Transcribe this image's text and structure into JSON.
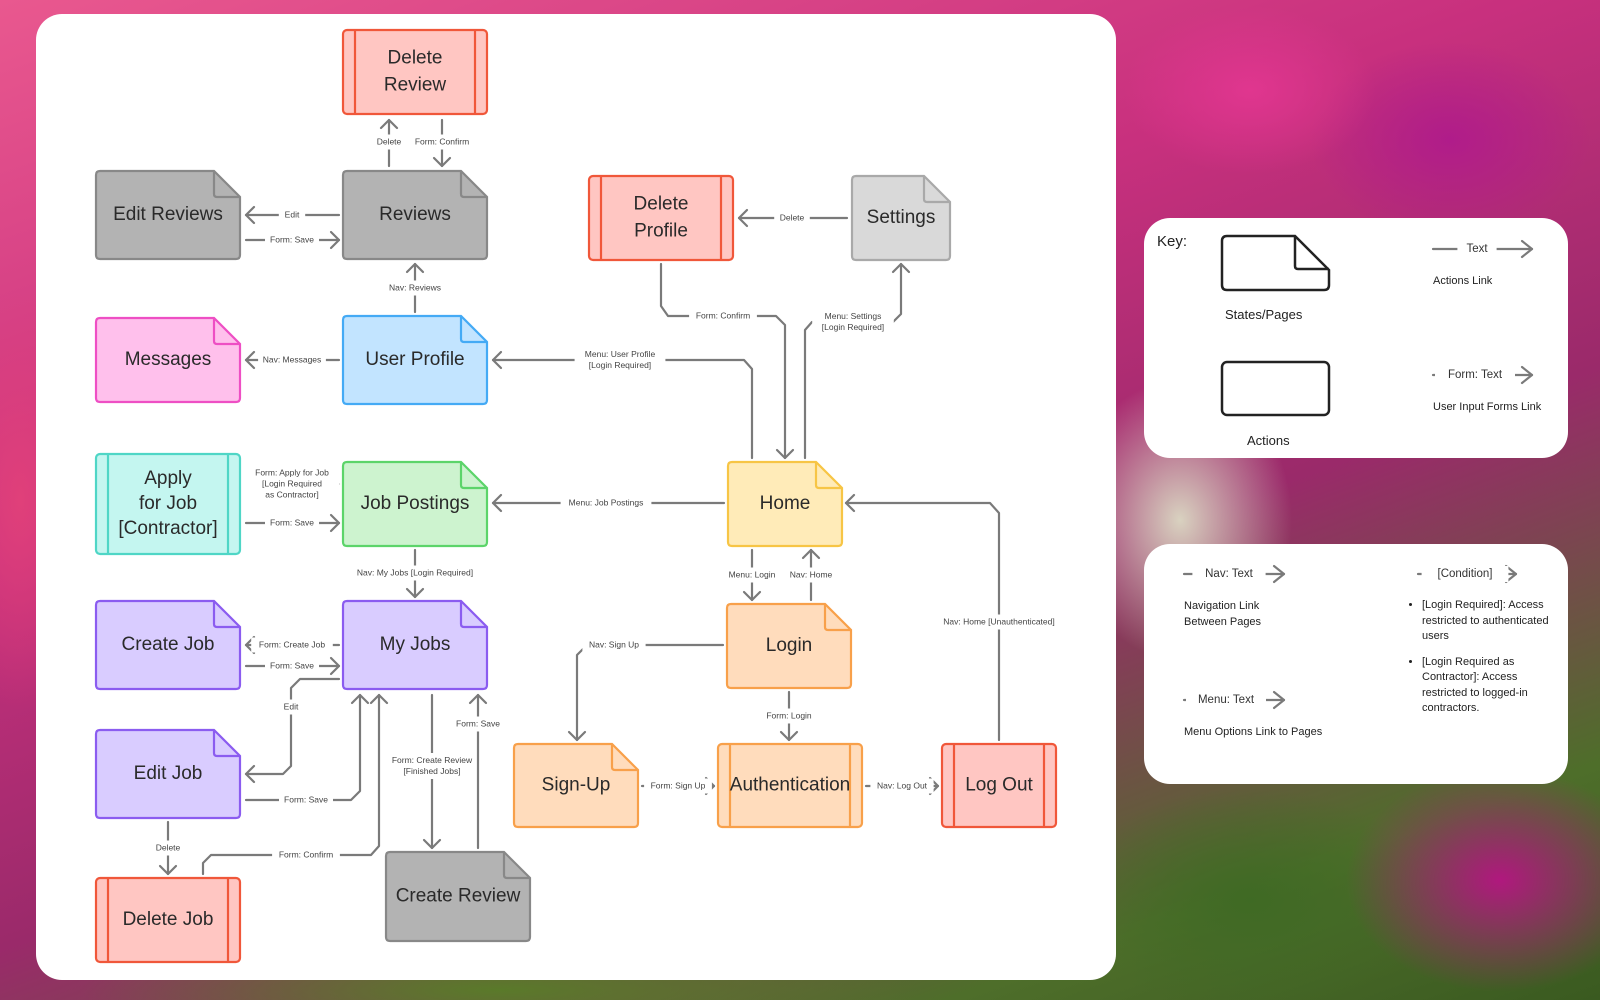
{
  "colors": {
    "edge": "#7a7a7a",
    "red_fill": "#ffc6c2",
    "red_stroke": "#f0573a",
    "gray_fill": "#b3b3b3",
    "gray_stroke": "#888888",
    "lightgray_fill": "#d9d9d9",
    "lightgray_stroke": "#a9a9a9",
    "pink_fill": "#ffc0ec",
    "pink_stroke": "#ee4fc4",
    "blue_fill": "#c2e4ff",
    "blue_stroke": "#44aaf5",
    "teal_fill": "#c4f6f0",
    "teal_stroke": "#4fd6c6",
    "green_fill": "#cdf3cf",
    "green_stroke": "#5cd46a",
    "purple_fill": "#d9ccff",
    "purple_stroke": "#8b5cf0",
    "yellow_fill": "#ffebb8",
    "yellow_stroke": "#f7c545",
    "orange_fill": "#ffdcbc",
    "orange_stroke": "#f8a04a"
  },
  "nodes": {
    "delete_review": {
      "label": [
        "Delete",
        "Review"
      ],
      "type": "action",
      "color": "red"
    },
    "edit_reviews": {
      "label": [
        "Edit Reviews"
      ],
      "type": "page",
      "color": "gray"
    },
    "reviews": {
      "label": [
        "Reviews"
      ],
      "type": "page",
      "color": "gray"
    },
    "delete_profile": {
      "label": [
        "Delete",
        "Profile"
      ],
      "type": "action",
      "color": "red"
    },
    "settings": {
      "label": [
        "Settings"
      ],
      "type": "page",
      "color": "lightgray"
    },
    "messages": {
      "label": [
        "Messages"
      ],
      "type": "page",
      "color": "pink"
    },
    "user_profile": {
      "label": [
        "User Profile"
      ],
      "type": "page",
      "color": "blue"
    },
    "apply_job": {
      "label": [
        "Apply",
        "for Job",
        "[Contractor]"
      ],
      "type": "action",
      "color": "teal"
    },
    "job_postings": {
      "label": [
        "Job Postings"
      ],
      "type": "page",
      "color": "green"
    },
    "home": {
      "label": [
        "Home"
      ],
      "type": "page",
      "color": "yellow"
    },
    "create_job": {
      "label": [
        "Create Job"
      ],
      "type": "page",
      "color": "purple"
    },
    "my_jobs": {
      "label": [
        "My Jobs"
      ],
      "type": "page",
      "color": "purple"
    },
    "login": {
      "label": [
        "Login"
      ],
      "type": "page",
      "color": "orange"
    },
    "edit_job": {
      "label": [
        "Edit Job"
      ],
      "type": "page",
      "color": "purple"
    },
    "sign_up": {
      "label": [
        "Sign-Up"
      ],
      "type": "page",
      "color": "orange"
    },
    "authentication": {
      "label": [
        "Authentication"
      ],
      "type": "action",
      "color": "orange"
    },
    "log_out": {
      "label": [
        "Log Out"
      ],
      "type": "action",
      "color": "red"
    },
    "delete_job": {
      "label": [
        "Delete Job"
      ],
      "type": "action",
      "color": "red"
    },
    "create_review": {
      "label": [
        "Create Review"
      ],
      "type": "page",
      "color": "gray"
    }
  },
  "edges": [
    {
      "from": "reviews",
      "to": "delete_review",
      "label": [
        "Delete"
      ]
    },
    {
      "from": "delete_review",
      "to": "reviews",
      "label": [
        "Form: Confirm"
      ]
    },
    {
      "from": "reviews",
      "to": "edit_reviews",
      "label": [
        "Edit"
      ]
    },
    {
      "from": "edit_reviews",
      "to": "reviews",
      "label": [
        "Form: Save"
      ]
    },
    {
      "from": "user_profile",
      "to": "reviews",
      "label": [
        "Nav: Reviews"
      ]
    },
    {
      "from": "settings",
      "to": "delete_profile",
      "label": [
        "Delete"
      ]
    },
    {
      "from": "delete_profile",
      "to": "home",
      "label": [
        "Form: Confirm"
      ]
    },
    {
      "from": "home",
      "to": "settings",
      "label": [
        "Menu: Settings",
        "[Login Required]"
      ]
    },
    {
      "from": "user_profile",
      "to": "messages",
      "label": [
        "Nav: Messages"
      ]
    },
    {
      "from": "home",
      "to": "user_profile",
      "label": [
        "Menu: User Profile",
        "[Login Required]"
      ]
    },
    {
      "from": "job_postings",
      "to": "apply_job",
      "label": [
        "Form: Apply for Job",
        "[Login Required",
        "as Contractor]"
      ]
    },
    {
      "from": "apply_job",
      "to": "job_postings",
      "label": [
        "Form: Save"
      ]
    },
    {
      "from": "home",
      "to": "job_postings",
      "label": [
        "Menu: Job Postings"
      ]
    },
    {
      "from": "job_postings",
      "to": "my_jobs",
      "label": [
        "Nav: My Jobs [Login Required]"
      ]
    },
    {
      "from": "my_jobs",
      "to": "create_job",
      "label": [
        "Form: Create Job"
      ]
    },
    {
      "from": "create_job",
      "to": "my_jobs",
      "label": [
        "Form: Save"
      ]
    },
    {
      "from": "my_jobs",
      "to": "edit_job",
      "label": [
        "Edit"
      ]
    },
    {
      "from": "edit_job",
      "to": "my_jobs",
      "label": [
        "Form: Save"
      ]
    },
    {
      "from": "edit_job",
      "to": "delete_job",
      "label": [
        "Delete"
      ]
    },
    {
      "from": "delete_job",
      "to": "my_jobs",
      "label": [
        "Form: Confirm"
      ]
    },
    {
      "from": "my_jobs",
      "to": "create_review",
      "label": [
        "Form: Create Review",
        "[Finished Jobs]"
      ]
    },
    {
      "from": "create_review",
      "to": "my_jobs",
      "label": [
        "Form: Save"
      ]
    },
    {
      "from": "home",
      "to": "login",
      "label": [
        "Menu: Login"
      ]
    },
    {
      "from": "login",
      "to": "home",
      "label": [
        "Nav: Home"
      ]
    },
    {
      "from": "login",
      "to": "sign_up",
      "label": [
        "Nav: Sign Up"
      ]
    },
    {
      "from": "login",
      "to": "authentication",
      "label": [
        "Form: Login"
      ]
    },
    {
      "from": "sign_up",
      "to": "authentication",
      "label": [
        "Form: Sign Up"
      ]
    },
    {
      "from": "authentication",
      "to": "log_out",
      "label": [
        "Nav: Log Out"
      ]
    },
    {
      "from": "log_out",
      "to": "home",
      "label": [
        "Nav: Home [Unauthenticated]"
      ]
    }
  ],
  "key": {
    "title": "Key:",
    "states_pages": "States/Pages",
    "actions": "Actions",
    "actions_link_sample": "Text",
    "actions_link": "Actions Link",
    "form_link_sample": "Form: Text",
    "form_link": "User Input Forms Link",
    "nav_link_sample": "Nav: Text",
    "nav_link": [
      "Navigation Link",
      "Between Pages"
    ],
    "menu_link_sample": "Menu: Text",
    "menu_link": "Menu Options Link to Pages",
    "condition_sample": "[Condition]",
    "conditions": [
      "[Login Required]: Access restricted to authenticated users",
      "[Login Required as Contractor]: Access restricted to logged-in contractors."
    ]
  }
}
